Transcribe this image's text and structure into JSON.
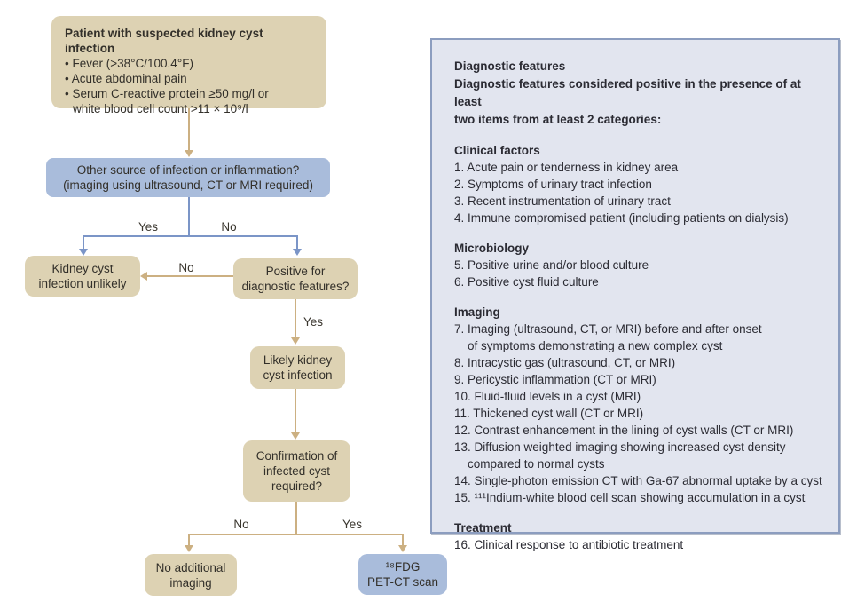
{
  "colors": {
    "tan_box": "#ddd2b3",
    "blue_box": "#a9bcdb",
    "tan_line": "#ccb082",
    "blue_line": "#7b95c7",
    "panel_background": "#e2e5ef",
    "panel_border": "#8c9dbf",
    "text": "#33302a"
  },
  "flowchart": {
    "start": {
      "title": "Patient with suspected kidney cyst infection",
      "lines": [
        "• Fever (>38°C/100.4°F)",
        "• Acute abdominal pain",
        "• Serum C-reactive protein ≥50 mg/l or",
        "white blood cell count >11 × 10⁹/l"
      ]
    },
    "question1": "Other source of infection or inflammation?\n(imaging using ultrasound, CT or MRI required)",
    "unlikely": "Kidney cyst\ninfection unlikely",
    "question2": "Positive for\ndiagnostic features?",
    "likely": "Likely kidney\ncyst infection",
    "question3": "Confirmation of\ninfected cyst\nrequired?",
    "no_imaging": "No additional\nimaging",
    "petct": "¹⁸FDG\nPET-CT scan",
    "labels": {
      "branch1_yes": "Yes",
      "branch1_no": "No",
      "no_to_unlikely": "No",
      "yes_to_likely": "Yes",
      "branch2_no": "No",
      "branch2_yes": "Yes"
    }
  },
  "panel": {
    "intro": "Diagnostic features\nDiagnostic features considered positive in the presence of at least\ntwo items from at least 2 categories:",
    "sections": [
      {
        "title": "Clinical factors",
        "items": [
          "1. Acute pain or tenderness in kidney area",
          "2. Symptoms of urinary tract infection",
          "3. Recent instrumentation of urinary tract",
          "4. Immune compromised patient (including patients on dialysis)"
        ]
      },
      {
        "title": "Microbiology",
        "items": [
          "5. Positive urine and/or blood culture",
          "6. Positive cyst fluid culture"
        ]
      },
      {
        "title": "Imaging",
        "items": [
          "7. Imaging (ultrasound, CT, or MRI) before and after onset\nof symptoms demonstrating a new complex cyst",
          "8. Intracystic gas (ultrasound, CT, or MRI)",
          "9. Pericystic inflammation (CT or MRI)",
          "10. Fluid-fluid levels in a cyst (MRI)",
          "11. Thickened cyst wall (CT or MRI)",
          "12. Contrast enhancement in the lining of cyst walls (CT or MRI)",
          "13. Diffusion weighted imaging showing increased cyst density\ncompared to normal cysts",
          "14. Single-photon emission CT with Ga-67 abnormal uptake by a cyst",
          "15. ¹¹¹Indium-white blood cell scan showing accumulation in a cyst"
        ]
      },
      {
        "title": "Treatment",
        "items": [
          "16. Clinical response to antibiotic treatment"
        ]
      }
    ]
  }
}
